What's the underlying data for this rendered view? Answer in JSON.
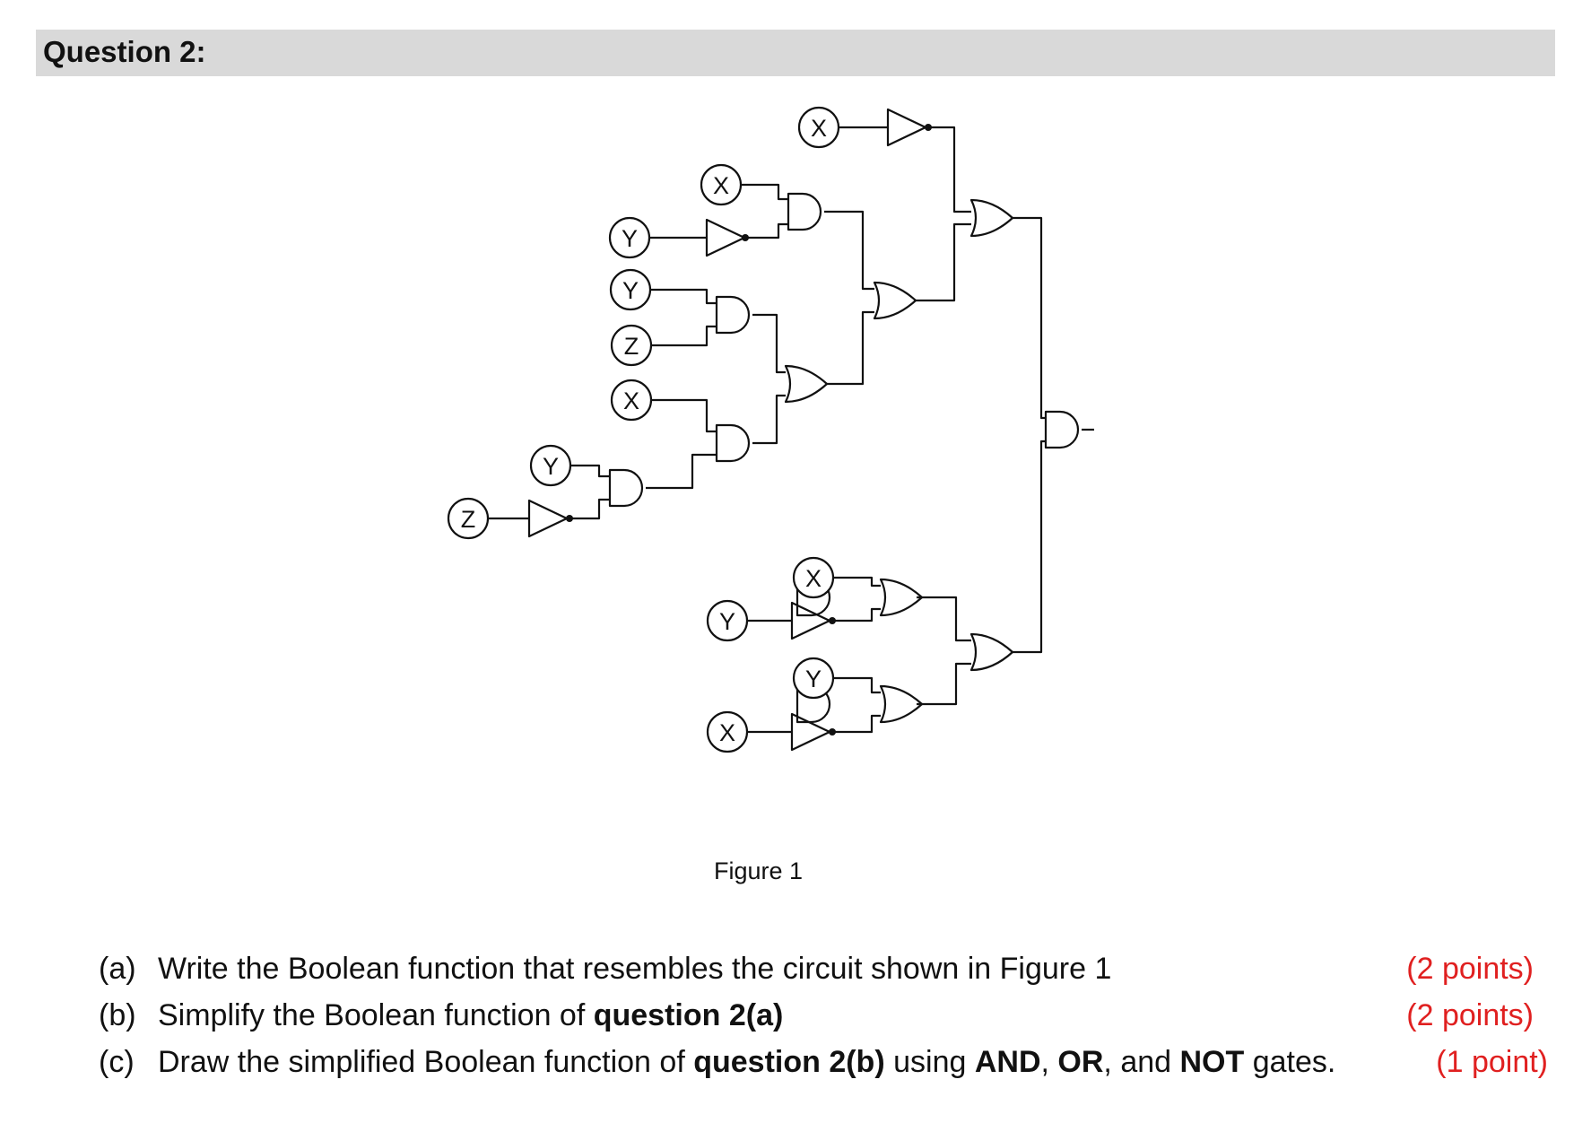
{
  "header": {
    "title": "Question 2:"
  },
  "figure": {
    "caption": "Figure 1",
    "inputs": {
      "top_x": "X",
      "and1_x": "X",
      "and1_y": "Y",
      "and2_y": "Y",
      "and2_z": "Z",
      "and3_x": "X",
      "and4_y": "Y",
      "and4_z": "Z",
      "and5_x": "X",
      "and5_y": "Y",
      "and6_y": "Y",
      "and6_x": "X"
    }
  },
  "questions": [
    {
      "letter": "(a)",
      "text": "Write the Boolean function that resembles the circuit shown in Figure 1",
      "points": "(2 points)"
    },
    {
      "letter": "(b)",
      "text_before": "Simplify the Boolean function of ",
      "bold1": "question 2(a)",
      "points": "(2 points)"
    },
    {
      "letter": "(c)",
      "text_before": "Draw the simplified Boolean function of ",
      "bold1": "question 2(b)",
      "text_mid1": " using ",
      "bold2": "AND",
      "text_mid2": ", ",
      "bold3": "OR",
      "text_mid3": ", and ",
      "bold4": "NOT",
      "text_after": " gates.",
      "points": "(1 point)"
    }
  ]
}
